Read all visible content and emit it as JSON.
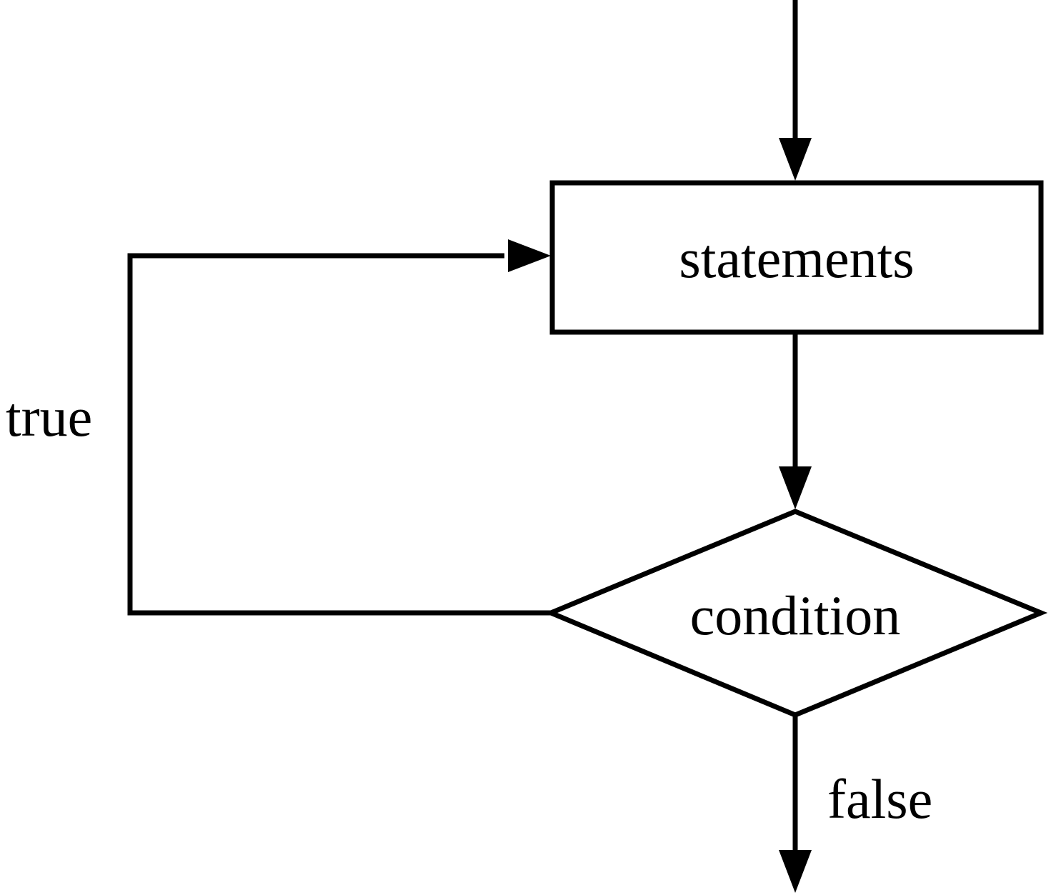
{
  "diagram": {
    "type": "flowchart",
    "description": "do-while loop control flow",
    "nodes": [
      {
        "id": "statements",
        "shape": "rectangle",
        "label": "statements"
      },
      {
        "id": "condition",
        "shape": "diamond",
        "label": "condition"
      }
    ],
    "edges": [
      {
        "from": "start",
        "to": "statements",
        "label": ""
      },
      {
        "from": "statements",
        "to": "condition",
        "label": ""
      },
      {
        "from": "condition",
        "to": "statements",
        "label": "true"
      },
      {
        "from": "condition",
        "to": "end",
        "label": "false"
      }
    ]
  },
  "colors": {
    "stroke": "#000000",
    "background": "#ffffff"
  }
}
